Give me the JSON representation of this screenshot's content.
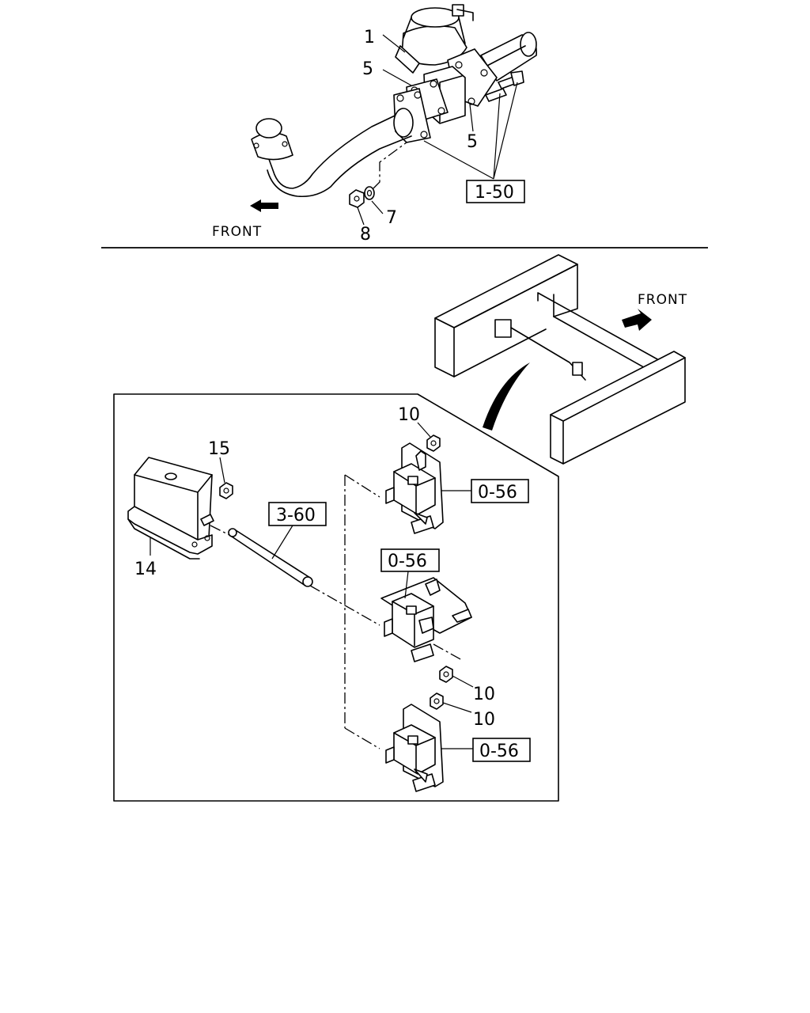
{
  "top_section": {
    "callouts": [
      "1",
      "5",
      "5",
      "7",
      "8"
    ],
    "ref_box": "1-50",
    "front_label": "FRONT"
  },
  "bottom_section": {
    "front_label": "FRONT",
    "callouts": [
      "10",
      "10",
      "10",
      "15",
      "14"
    ],
    "ref_boxes": [
      "3-60",
      "0-56",
      "0-56",
      "0-56"
    ]
  }
}
